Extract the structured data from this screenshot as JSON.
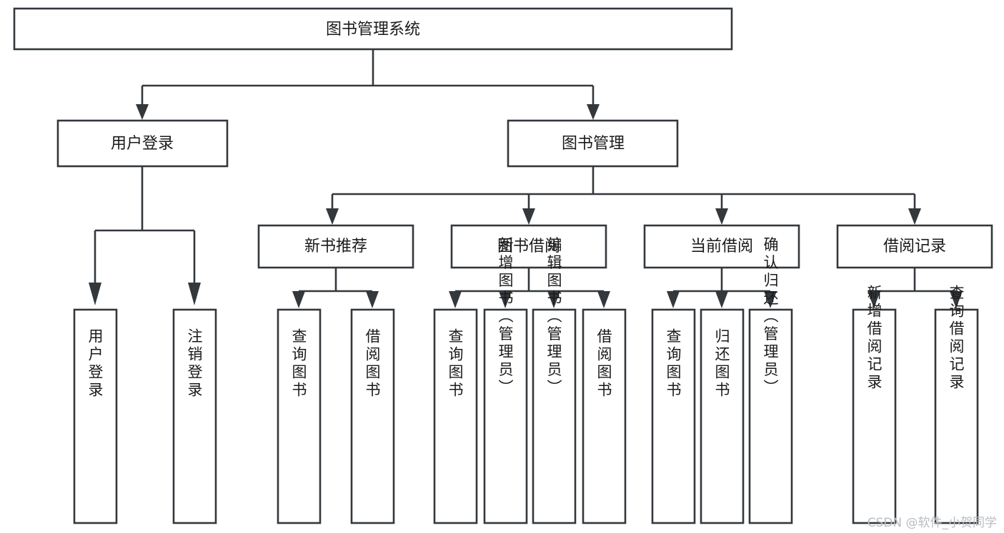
{
  "diagram": {
    "title": "图书管理系统",
    "root": {
      "id": "root",
      "label": "图书管理系统"
    },
    "level2": [
      {
        "id": "user-login",
        "label": "用户登录"
      },
      {
        "id": "book-management",
        "label": "图书管理"
      }
    ],
    "level3": [
      {
        "id": "new-book-recommend",
        "label": "新书推荐",
        "parent": "book-management"
      },
      {
        "id": "book-borrow",
        "label": "图书借阅",
        "parent": "book-management"
      },
      {
        "id": "current-borrow",
        "label": "当前借阅",
        "parent": "book-management"
      },
      {
        "id": "borrow-record",
        "label": "借阅记录",
        "parent": "book-management"
      }
    ],
    "leaves": {
      "user-login": [
        {
          "id": "leaf-user-login",
          "label": "用户登录"
        },
        {
          "id": "leaf-logout",
          "label": "注销登录"
        }
      ],
      "new-book-recommend": [
        {
          "id": "leaf-query-book-1",
          "label": "查询图书"
        },
        {
          "id": "leaf-borrow-book-1",
          "label": "借阅图书"
        }
      ],
      "book-borrow": [
        {
          "id": "leaf-query-book-2",
          "label": "查询图书"
        },
        {
          "id": "leaf-add-book",
          "label": "新增图书（管理员）"
        },
        {
          "id": "leaf-edit-book",
          "label": "编辑图书（管理员）"
        },
        {
          "id": "leaf-borrow-book-2",
          "label": "借阅图书"
        }
      ],
      "current-borrow": [
        {
          "id": "leaf-query-book-3",
          "label": "查询图书"
        },
        {
          "id": "leaf-return-book",
          "label": "归还图书"
        },
        {
          "id": "leaf-confirm-return",
          "label": "确认归还（管理员）"
        }
      ],
      "borrow-record": [
        {
          "id": "leaf-add-record",
          "label": "新增借阅记录"
        },
        {
          "id": "leaf-query-record",
          "label": "查询借阅记录"
        }
      ]
    }
  },
  "watermark": {
    "text": "CSDN @软件_小贺同学"
  },
  "colors": {
    "stroke": "#33383d",
    "box_fill": "#ffffff",
    "text": "#1a1a1a",
    "watermark": "#b9bcc0",
    "background": "#ffffff"
  }
}
